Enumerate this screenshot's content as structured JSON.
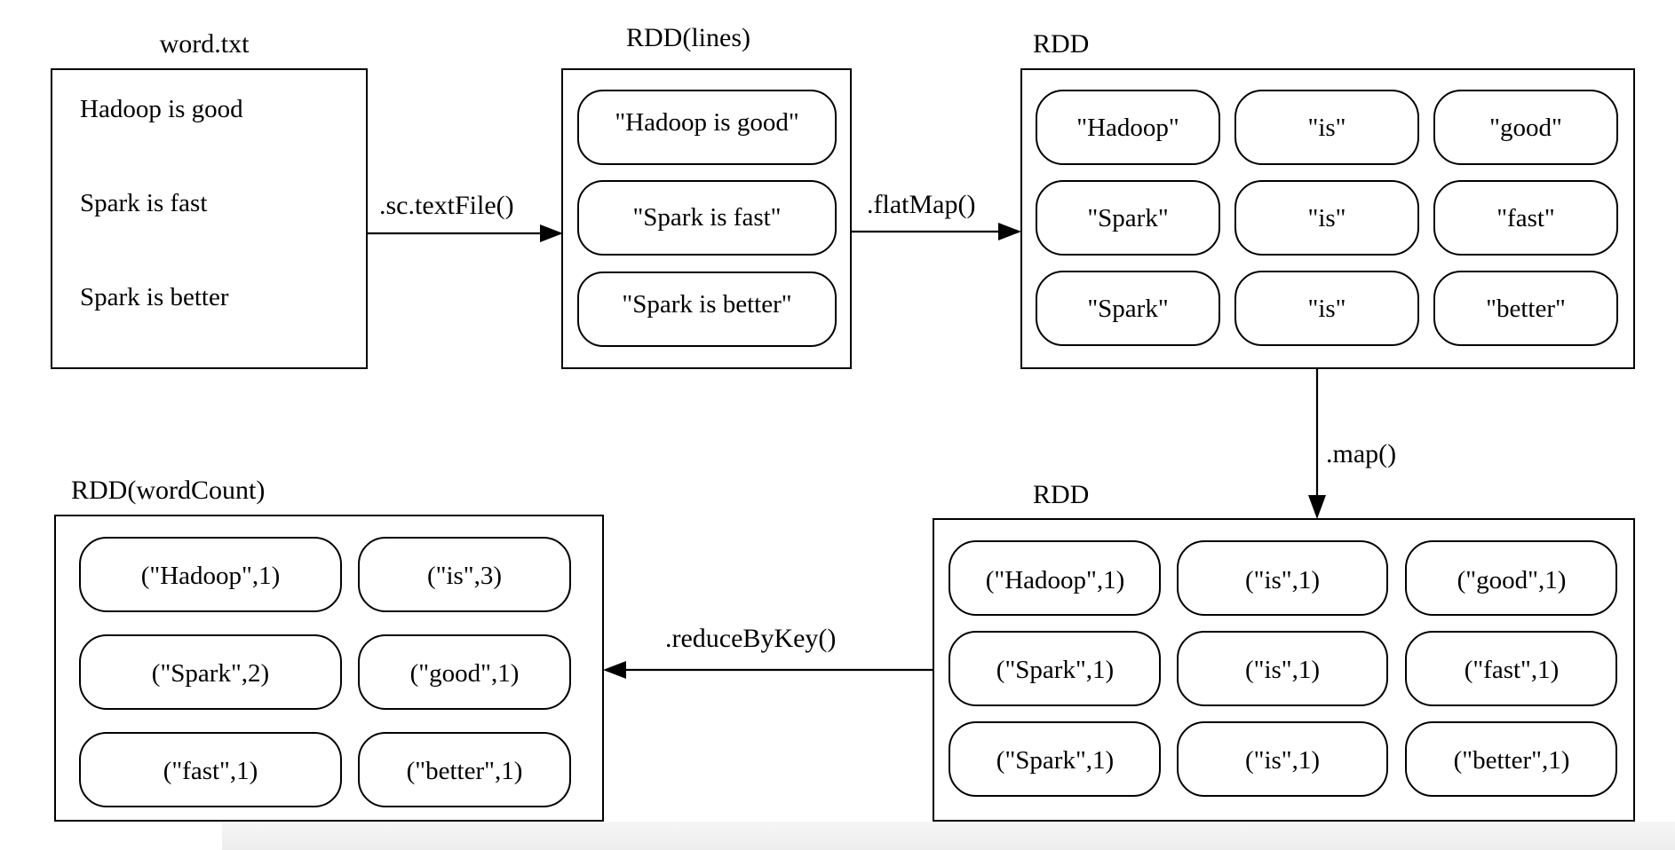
{
  "nodes": {
    "word_txt": {
      "title": "word.txt",
      "lines": [
        "Hadoop is good",
        "Spark is fast",
        "Spark is better"
      ]
    },
    "rdd_lines": {
      "title": "RDD(lines)",
      "items": [
        "\"Hadoop is good\"",
        "\"Spark is fast\"",
        "\"Spark is better\""
      ]
    },
    "rdd_words": {
      "title": "RDD",
      "rows": [
        [
          "\"Hadoop\"",
          "\"is\"",
          "\"good\""
        ],
        [
          "\"Spark\"",
          "\"is\"",
          "\"fast\""
        ],
        [
          "\"Spark\"",
          "\"is\"",
          "\"better\""
        ]
      ]
    },
    "rdd_pairs": {
      "title": "RDD",
      "rows": [
        [
          "(\"Hadoop\",1)",
          "(\"is\",1)",
          "(\"good\",1)"
        ],
        [
          "(\"Spark\",1)",
          "(\"is\",1)",
          "(\"fast\",1)"
        ],
        [
          "(\"Spark\",1)",
          "(\"is\",1)",
          "(\"better\",1)"
        ]
      ]
    },
    "rdd_wordcount": {
      "title": "RDD(wordCount)",
      "rows": [
        [
          "(\"Hadoop\",1)",
          "(\"is\",3)"
        ],
        [
          "(\"Spark\",2)",
          "(\"good\",1)"
        ],
        [
          "(\"fast\",1)",
          "(\"better\",1)"
        ]
      ]
    }
  },
  "edges": {
    "text_file": ".sc.textFile()",
    "flat_map": ".flatMap()",
    "map": ".map()",
    "reduce_by_key": ".reduceByKey()"
  }
}
